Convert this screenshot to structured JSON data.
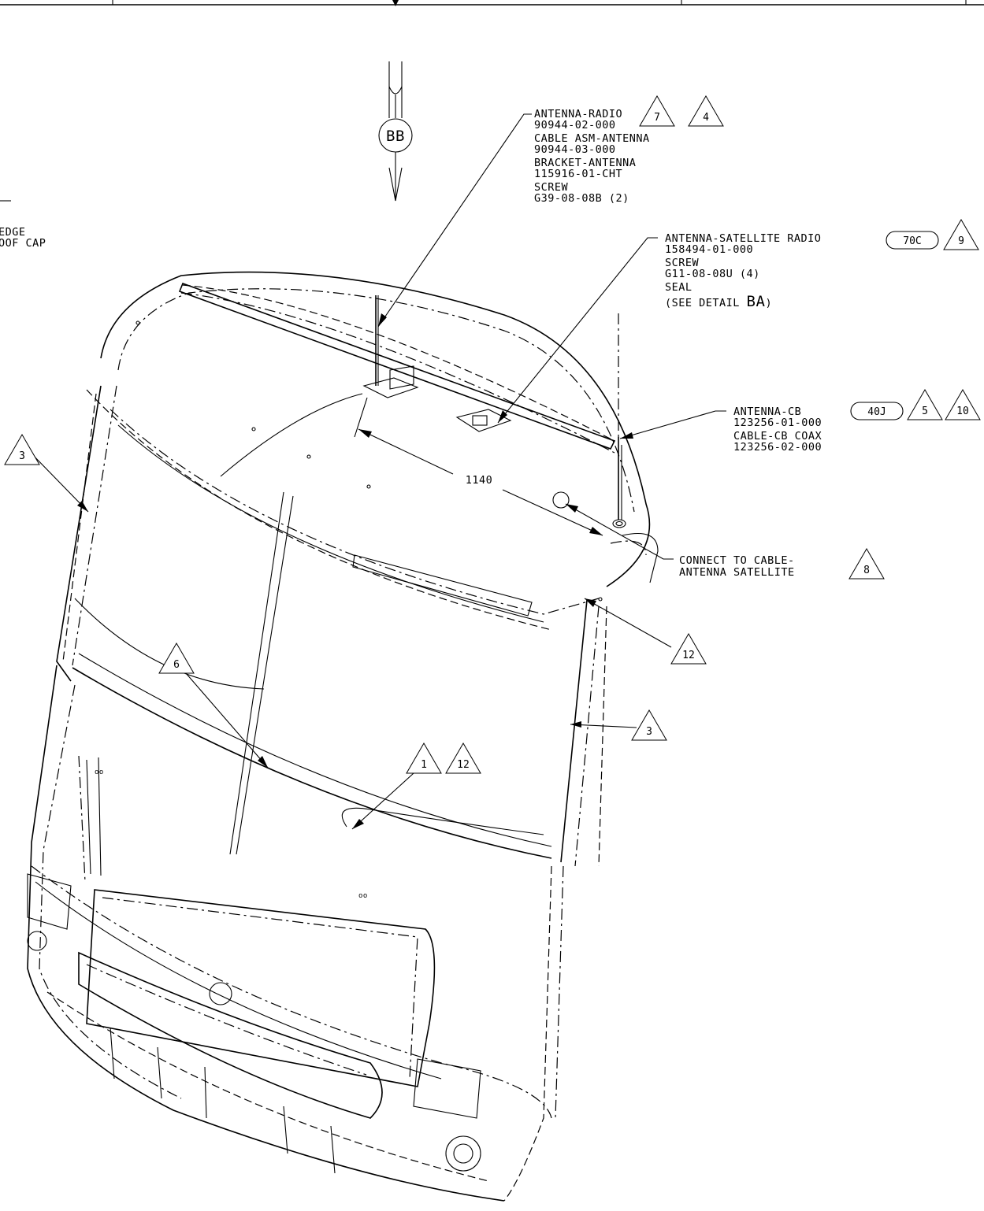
{
  "view": {
    "label": "BB"
  },
  "dimension": {
    "value": "1140"
  },
  "callouts": {
    "radio": {
      "lines": [
        "ANTENNA-RADIO",
        "90944-02-000",
        "CABLE ASM-ANTENNA",
        "90944-03-000",
        "BRACKET-ANTENNA",
        "115916-01-CHT",
        "SCREW",
        "G39-08-08B (2)"
      ],
      "flags": [
        "7",
        "4"
      ]
    },
    "satellite": {
      "lines": [
        "ANTENNA-SATELLITE RADIO",
        "158494-01-000",
        "SCREW",
        "G11-08-08U (4)",
        "SEAL"
      ],
      "detail_prefix": "(SEE DETAIL ",
      "detail_ref": "BA",
      "detail_suffix": ")",
      "bubble": "70C",
      "flags": [
        "9"
      ]
    },
    "cb": {
      "lines": [
        "ANTENNA-CB",
        "123256-01-000",
        "CABLE-CB COAX",
        "123256-02-000"
      ],
      "bubble": "40J",
      "flags": [
        "5",
        "10"
      ]
    },
    "connect": {
      "lines": [
        "CONNECT TO CABLE-",
        "ANTENNA SATELLITE"
      ],
      "flags": [
        "8"
      ]
    },
    "edge_note": {
      "lines": [
        "EDGE",
        "OOF CAP"
      ]
    }
  },
  "flags": {
    "left_3": "3",
    "right_12": "12",
    "right_3": "3",
    "glass_6": "6",
    "glass_1": "1",
    "glass_12": "12"
  }
}
